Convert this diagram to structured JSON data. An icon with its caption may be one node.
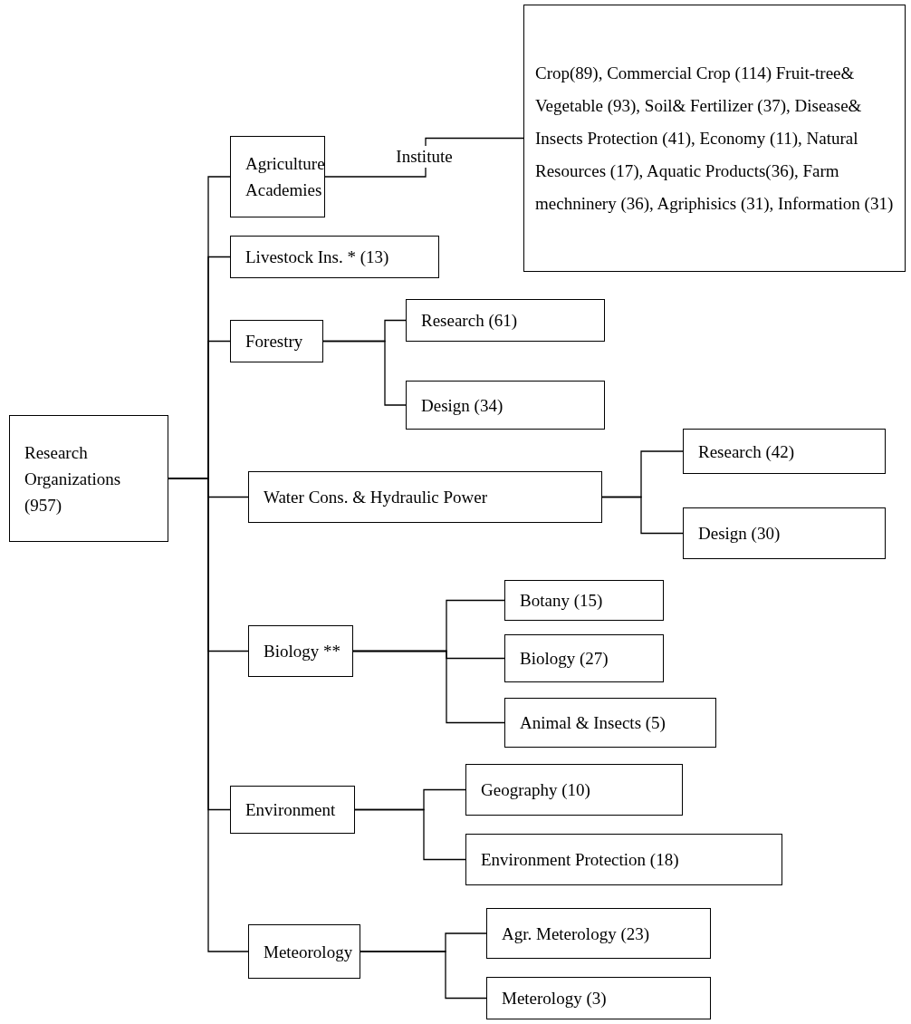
{
  "diagram": {
    "nodes": [
      {
        "text": [
          "Research Organizations (957)"
        ]
      },
      {
        "text": [
          "Agriculture Academies"
        ]
      },
      {
        "text": [
          "Crop(89), Commercial Crop (114) Fruit-tree& Vegetable (93), Soil& Fertilizer (37), Disease& Insects Protection (41), Economy (11), Natural Resources (17), Aquatic Products(36), Farm mechninery (36), Agriphisics (31), Information (31)"
        ]
      },
      {
        "text": [
          "Livestock Ins. * (13)"
        ]
      },
      {
        "text": [
          "Forestry"
        ]
      },
      {
        "text": [
          "Research (61)"
        ]
      },
      {
        "text": [
          "Design (34)"
        ]
      },
      {
        "text": [
          "Water Cons. & Hydraulic Power"
        ]
      },
      {
        "text": [
          "Research (42)"
        ]
      },
      {
        "text": [
          "Design (30)"
        ]
      },
      {
        "text": [
          "Biology **"
        ]
      },
      {
        "text": [
          "Botany (15)"
        ]
      },
      {
        "text": [
          "Biology (27)"
        ]
      },
      {
        "text": [
          "Animal & Insects (5)"
        ]
      },
      {
        "text": [
          "Environment"
        ]
      },
      {
        "text": [
          "Geography (10)"
        ]
      },
      {
        "text": [
          "Environment Protection (18)"
        ]
      },
      {
        "text": [
          "Meteorology"
        ]
      },
      {
        "text": [
          "Agr. Meterology (23)"
        ]
      },
      {
        "text": [
          "Meterology (3)"
        ]
      }
    ],
    "edges": [
      {
        "from": 0,
        "to": 1,
        "arrow": "none"
      },
      {
        "from": 0,
        "to": 3,
        "arrow": "none"
      },
      {
        "from": 0,
        "to": 4,
        "arrow": "none"
      },
      {
        "from": 0,
        "to": 7,
        "arrow": "none"
      },
      {
        "from": 0,
        "to": 10,
        "arrow": "none"
      },
      {
        "from": 0,
        "to": 14,
        "arrow": "none"
      },
      {
        "from": 0,
        "to": 17,
        "arrow": "none"
      },
      {
        "from": 1,
        "to": 2,
        "arrow": "none",
        "label": "Institute"
      },
      {
        "from": 4,
        "to": 5,
        "arrow": "none"
      },
      {
        "from": 4,
        "to": 6,
        "arrow": "none"
      },
      {
        "from": 7,
        "to": 8,
        "arrow": "none"
      },
      {
        "from": 7,
        "to": 9,
        "arrow": "none"
      },
      {
        "from": 10,
        "to": 11,
        "arrow": "none"
      },
      {
        "from": 10,
        "to": 12,
        "arrow": "none"
      },
      {
        "from": 10,
        "to": 13,
        "arrow": "none"
      },
      {
        "from": 14,
        "to": 15,
        "arrow": "none"
      },
      {
        "from": 14,
        "to": 16,
        "arrow": "none"
      },
      {
        "from": 17,
        "to": 18,
        "arrow": "none"
      },
      {
        "from": 17,
        "to": 19,
        "arrow": "none"
      }
    ]
  }
}
